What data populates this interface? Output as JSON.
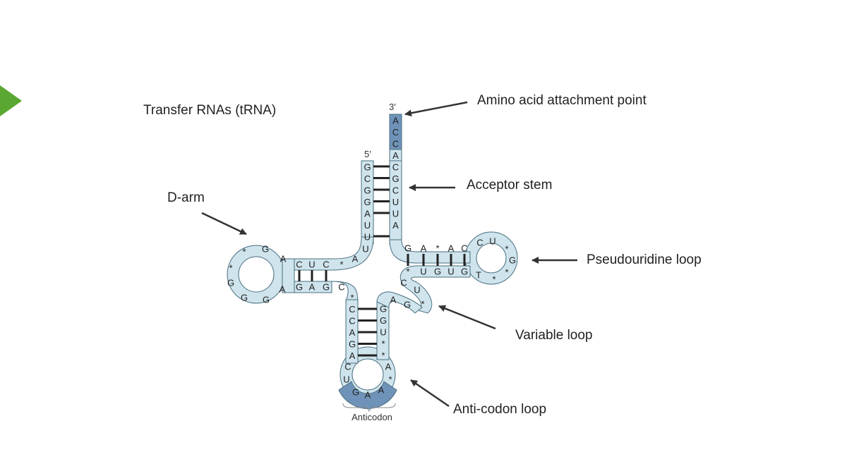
{
  "slide": {
    "title": "Transfer RNAs (tRNA)",
    "accent_color": "#5aa832"
  },
  "colors": {
    "strand_fill": "#cfe4ec",
    "strand_stroke": "#4a6f80",
    "highlight_fill": "#6f93b8",
    "bond": "#222222",
    "arrow": "#333333"
  },
  "strand": {
    "end_3_label": "3′",
    "end_5_label": "5′",
    "anticodon_label": "Anticodon",
    "acceptor_3_side": [
      "A",
      "C",
      "C",
      "A",
      "C",
      "G",
      "C",
      "U",
      "U",
      "A"
    ],
    "acceptor_5_side": [
      "G",
      "C",
      "G",
      "G",
      "A",
      "U",
      "U"
    ],
    "junction": [
      "U",
      "A"
    ],
    "d_arm_top": [
      "*",
      "C",
      "U",
      "C"
    ],
    "d_arm_bottom": [
      "G",
      "A",
      "G",
      "C"
    ],
    "d_loop": [
      "A",
      "G",
      "*",
      "*",
      "G",
      "G",
      "G",
      "A"
    ],
    "t_arm_top": [
      "G",
      "A",
      "*",
      "A",
      "C"
    ],
    "t_arm_bottom": [
      "*",
      "U",
      "G",
      "U",
      "G"
    ],
    "t_loop": [
      "C",
      "U",
      "*",
      "G",
      "*",
      "*",
      "T"
    ],
    "variable_loop": [
      "C",
      "U",
      "*",
      "G",
      "A"
    ],
    "anticodon_stem_left": [
      "*",
      "C",
      "C",
      "A",
      "G",
      "A"
    ],
    "anticodon_stem_right": [
      "G",
      "G",
      "U",
      "*",
      "*"
    ],
    "anticodon_loop": [
      "C",
      "U",
      "G",
      "A",
      "A",
      "*",
      "A"
    ],
    "anticodon": [
      "G",
      "A",
      "A"
    ]
  },
  "callouts": {
    "amino_acid": "Amino acid attachment point",
    "acceptor_stem": "Acceptor stem",
    "d_arm": "D-arm",
    "pseudouridine_loop": "Pseudouridine loop",
    "variable_loop": "Variable loop",
    "anticodon_loop": "Anti-codon loop"
  }
}
